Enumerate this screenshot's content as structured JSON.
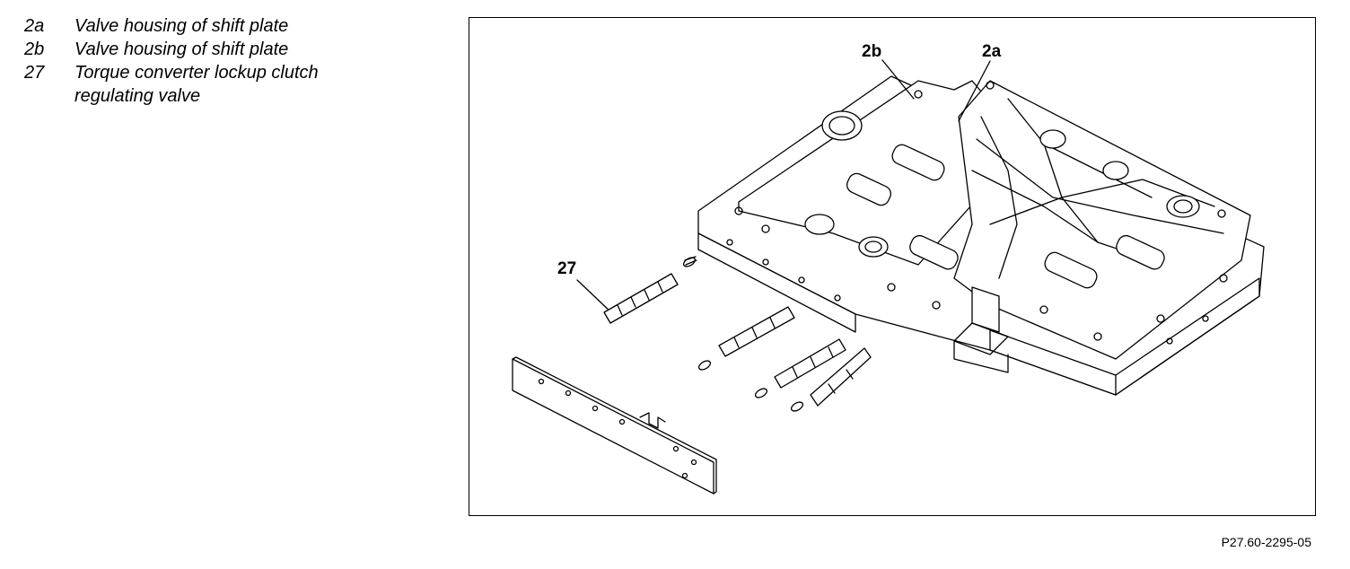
{
  "legend": [
    {
      "key": "2a",
      "text": "Valve housing of shift plate"
    },
    {
      "key": "2b",
      "text": "Valve housing of shift plate"
    },
    {
      "key": "27",
      "text": "Torque converter lockup clutch regulating valve"
    }
  ],
  "figure": {
    "callouts": {
      "c2b": "2b",
      "c2a": "2a",
      "c27": "27"
    },
    "reference": "P27.60-2295-05"
  }
}
